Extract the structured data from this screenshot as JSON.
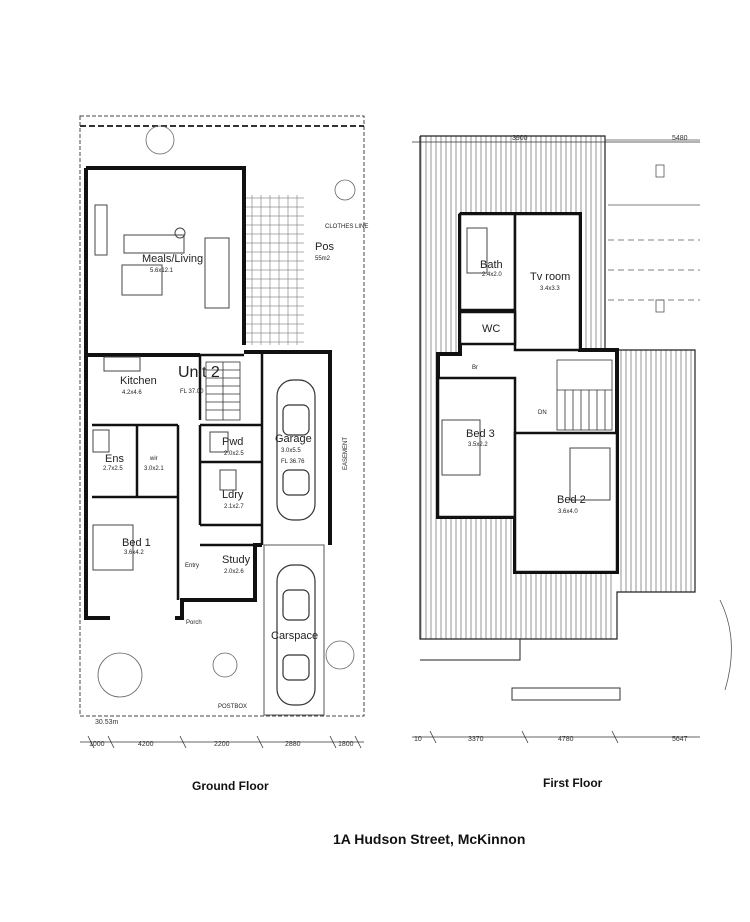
{
  "captions": {
    "ground_floor": "Ground Floor",
    "first_floor": "First Floor",
    "address": "1A Hudson Street, McKinnon"
  },
  "ground_floor": {
    "unit_label": "Unit 2",
    "floor_level": "FL 37.00",
    "dimension_total": "30.53m",
    "rooms": {
      "meals_living": {
        "name": "Meals/Living",
        "size": "5.6x12.1"
      },
      "kitchen": {
        "name": "Kitchen",
        "size": "4.2x4.6"
      },
      "ens": {
        "name": "Ens",
        "size": "2.7x2.5"
      },
      "wir": {
        "name": "wir",
        "size": "3.0x2.1"
      },
      "pwd": {
        "name": "Pwd",
        "size": "2.0x2.5"
      },
      "ldry": {
        "name": "Ldry",
        "size": "2.1x2.7"
      },
      "bed1": {
        "name": "Bed 1",
        "size": "3.6x4.2"
      },
      "study": {
        "name": "Study",
        "size": "2.0x2.6"
      },
      "garage": {
        "name": "Garage",
        "size": "3.0x5.5"
      },
      "garage_fl": "FL 36.76",
      "pos": {
        "name": "Pos",
        "size": "55m2"
      },
      "carspace": {
        "name": "Carspace"
      },
      "porch": "Porch",
      "entry": "Entry",
      "postbox": "POSTBOX",
      "easement": "EASEMENT",
      "clothes_line": "CLOTHES LINE"
    },
    "dimensions": [
      "1000",
      "4200",
      "2200",
      "2880",
      "1800"
    ]
  },
  "first_floor": {
    "rooms": {
      "bath": {
        "name": "Bath",
        "size": "2.4x2.0"
      },
      "tv_room": {
        "name": "Tv room",
        "size": "3.4x3.3"
      },
      "wc": {
        "name": "WC"
      },
      "br": "Br",
      "dn": "DN",
      "bed3": {
        "name": "Bed 3",
        "size": "3.5x2.2"
      },
      "bed2": {
        "name": "Bed 2",
        "size": "3.6x4.0"
      }
    },
    "dimensions_top": [
      "3900",
      "5480"
    ],
    "dimensions_bottom": [
      "10",
      "3370",
      "4780",
      "5647"
    ]
  }
}
